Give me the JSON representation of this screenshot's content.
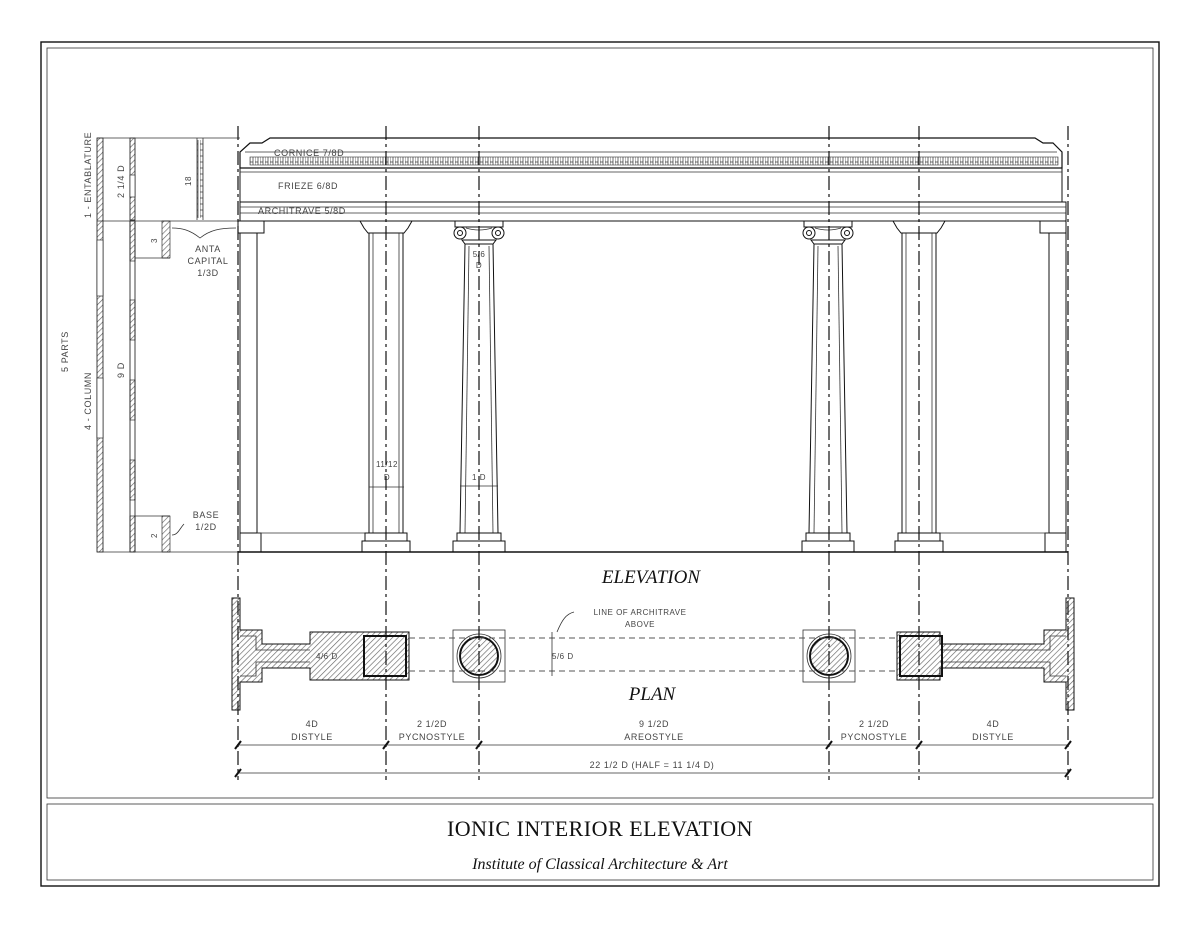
{
  "labels": {
    "cornice": "CORNICE 7/8D",
    "frieze": "FRIEZE 6/8D",
    "architrave": "ARCHITRAVE 5/8D",
    "entablature": "1 - ENTABLATURE",
    "column": "4 - COLUMN",
    "five_parts": "5 PARTS",
    "two_quarter_d": "2 1/4 D",
    "nine_d": "9 D",
    "eighteen": "18",
    "three": "3",
    "two": "2",
    "anta_capital_1": "ANTA",
    "anta_capital_2": "CAPITAL",
    "anta_capital_3": "1/3D",
    "base_1": "BASE",
    "base_2": "1/2D",
    "five_sixth_top": "5/6",
    "five_sixth_d": "D",
    "eleven_twelfth": "11/12",
    "eleven_twelfth_d": "D",
    "one_d": "1 D",
    "elevation": "ELEVATION",
    "plan": "PLAN",
    "line_of_arch_1": "LINE OF ARCHITRAVE",
    "line_of_arch_2": "ABOVE",
    "five_sixth_plan": "5/6 D",
    "four_sixth_plan": "4/6 D"
  },
  "dimensions": [
    {
      "value": "4D",
      "name": "DISTYLE"
    },
    {
      "value": "2 1/2D",
      "name": "PYCNOSTYLE"
    },
    {
      "value": "9 1/2D",
      "name": "AREOSTYLE"
    },
    {
      "value": "2 1/2D",
      "name": "PYCNOSTYLE"
    },
    {
      "value": "4D",
      "name": "DISTYLE"
    }
  ],
  "overall_dimension": "22 1/2 D (HALF = 11 1/4 D)",
  "title_block": {
    "title": "IONIC INTERIOR ELEVATION",
    "subtitle": "Institute of Classical Architecture & Art"
  }
}
